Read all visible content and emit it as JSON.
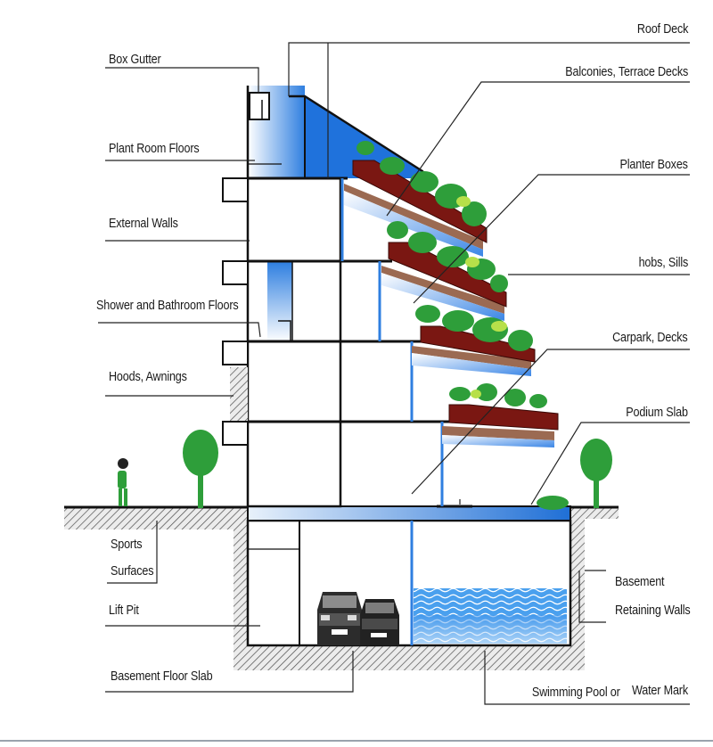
{
  "labels": {
    "roof_deck": "Roof Deck",
    "box_gutter": "Box Gutter",
    "balconies": "Balconies, Terrace Decks",
    "plant_room": "Plant Room Floors",
    "planter_boxes": "Planter Boxes",
    "external_walls": "External Walls",
    "hobs_sills": "hobs, Sills",
    "shower_bathroom": "Shower and Bathroom Floors",
    "carpark_decks": "Carpark, Decks",
    "hoods_awnings": "Hoods, Awnings",
    "podium_slab": "Podium Slab",
    "sports_surfaces_1": "Sports",
    "sports_surfaces_2": "Surfaces",
    "basement_walls_1": "Basement",
    "basement_walls_2": "Retaining Walls",
    "lift_pit": "Lift Pit",
    "basement_floor": "Basement Floor Slab",
    "pool": "Swimming Pool or",
    "water_mark": "Water Mark"
  },
  "colors": {
    "glass_blue": "#2f7fe0",
    "planter_maroon": "#7a1712",
    "planter_underside": "#9b6a52",
    "foliage_green": "#2e9e3a",
    "ground_hatch": "#555555",
    "water_blue": "#4aa0ee",
    "car_dark": "#2c2c2c"
  }
}
